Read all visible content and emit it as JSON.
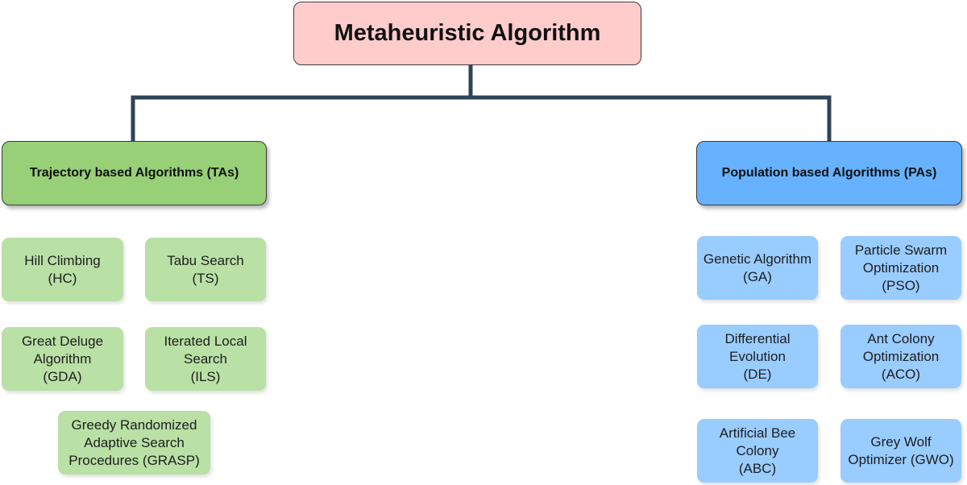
{
  "root": {
    "label": "Metaheuristic Algorithm",
    "color": "#ffcccc"
  },
  "connector_color": "#2d4457",
  "trajectory": {
    "label": "Trajectory based Algorithms (TAs)",
    "color": "#97d077",
    "leaf_color": "#b9e0a5",
    "algorithms": [
      "Hill Climbing\n(HC)",
      "Tabu Search\n(TS)",
      "Great Deluge\nAlgorithm\n(GDA)",
      "Iterated Local\nSearch\n(ILS)",
      "Greedy Randomized\nAdaptive Search\nProcedures (GRASP)"
    ]
  },
  "population": {
    "label": "Population based Algorithms (PAs)",
    "color": "#66b2ff",
    "leaf_color": "#99ccff",
    "algorithms": [
      "Genetic Algorithm\n(GA)",
      "Particle Swarm\nOptimization\n(PSO)",
      "Differential\nEvolution\n(DE)",
      "Ant Colony\nOptimization\n(ACO)",
      "Artificial Bee\nColony\n(ABC)",
      "Grey Wolf\nOptimizer (GWO)"
    ]
  }
}
